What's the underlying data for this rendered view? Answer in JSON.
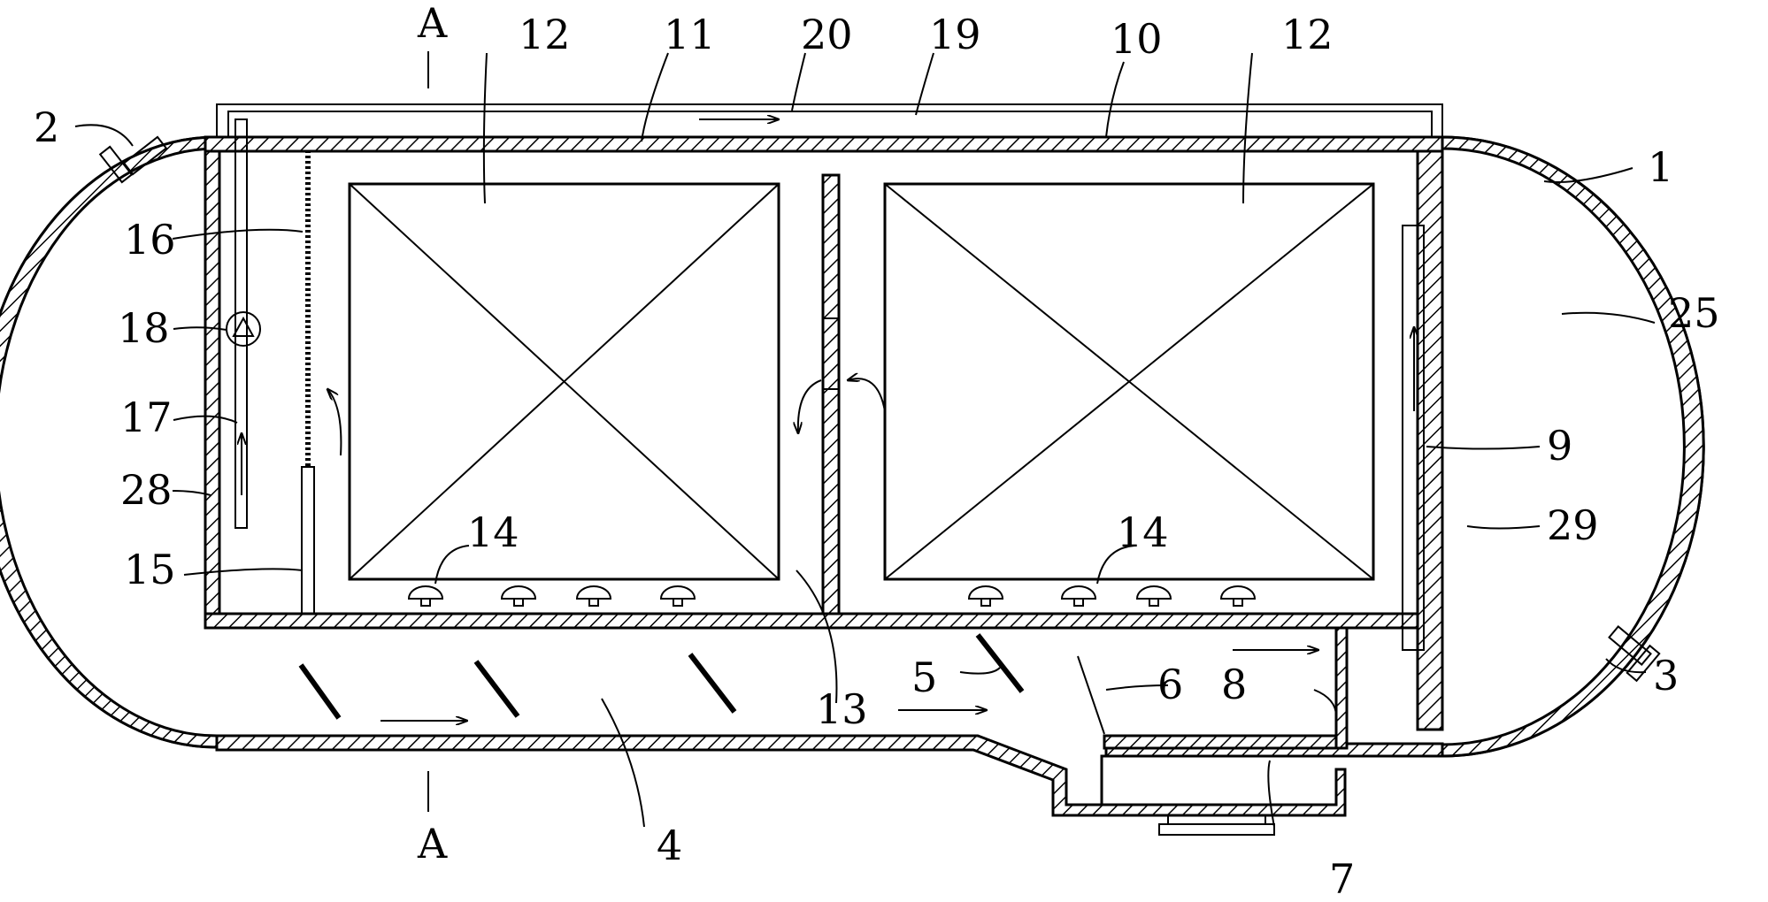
{
  "labels": {
    "l1": "1",
    "l2": "2",
    "l3": "3",
    "l4": "4",
    "l5": "5",
    "l6": "6",
    "l7": "7",
    "l8": "8",
    "l9": "9",
    "l10": "10",
    "l11": "11",
    "l12a": "12",
    "l12b": "12",
    "l13": "13",
    "l14a": "14",
    "l14b": "14",
    "l15": "15",
    "l16": "16",
    "l17": "17",
    "l18": "18",
    "l19": "19",
    "l20": "20",
    "l25": "25",
    "l28": "28",
    "l29": "29",
    "section_top": "A",
    "section_bottom": "A"
  }
}
